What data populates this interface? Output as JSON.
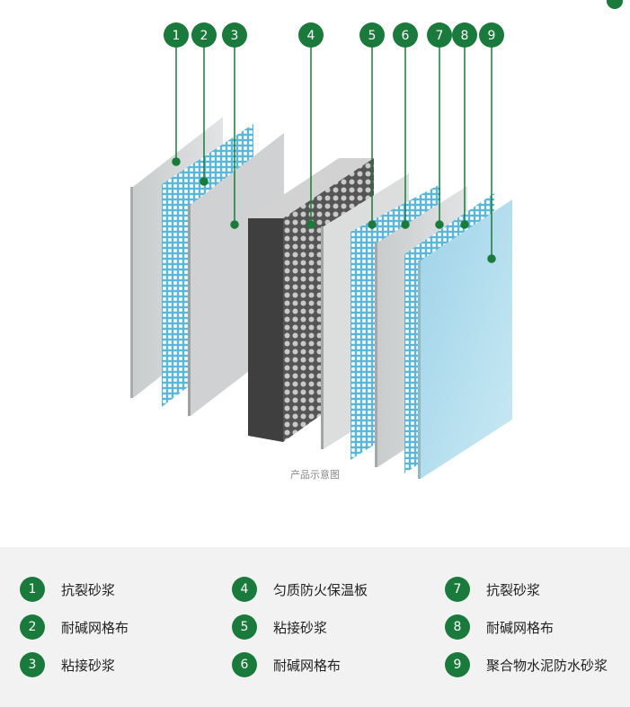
{
  "callouts": [
    "1",
    "2",
    "3",
    "4",
    "5",
    "6",
    "7",
    "8",
    "9"
  ],
  "caption": "产品示意图",
  "legend": [
    {
      "num": "1",
      "label": "抗裂砂浆"
    },
    {
      "num": "2",
      "label": "耐碱网格布"
    },
    {
      "num": "3",
      "label": "粘接砂浆"
    },
    {
      "num": "4",
      "label": "匀质防火保温板"
    },
    {
      "num": "5",
      "label": "粘接砂浆"
    },
    {
      "num": "6",
      "label": "耐碱网格布"
    },
    {
      "num": "7",
      "label": "抗裂砂浆"
    },
    {
      "num": "8",
      "label": "耐碱网格布"
    },
    {
      "num": "9",
      "label": "聚合物水泥防水砂浆"
    }
  ],
  "colors": {
    "accent": "#1a7a3c",
    "legend_bg": "#f2f2f2",
    "mesh": "#6fc3e0",
    "mortar": "#d8d8d8",
    "board": "#4a4a4a",
    "waterproof": "#bfe3f0"
  }
}
